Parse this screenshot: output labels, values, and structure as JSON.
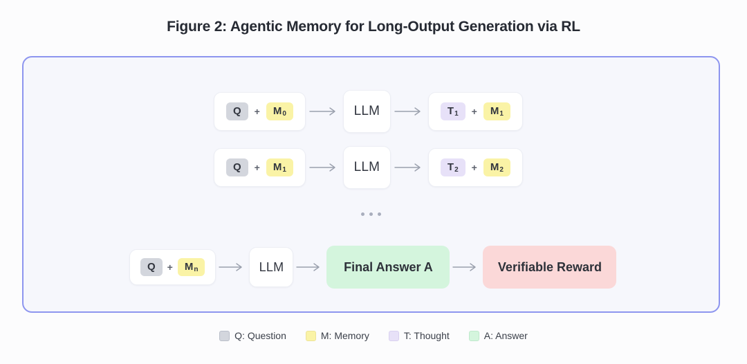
{
  "figure": {
    "title": "Figure 2: Agentic Memory for Long-Output Generation via RL"
  },
  "colors": {
    "frame_border": "#8d95ef",
    "frame_background": "#f6f7fc",
    "page_background": "#fcfcfd",
    "question_chip": "#d3d6dd",
    "memory_chip": "#faf3a6",
    "thought_chip": "#e7e1f8",
    "answer_box": "#d4f5dd",
    "reward_box": "#fbd8d8",
    "arrow": "#9aa0ad"
  },
  "rows": [
    {
      "id": "step-1",
      "input": {
        "question": {
          "label": "Q",
          "sub": ""
        },
        "operator": "+",
        "memory": {
          "label": "M",
          "sub": "0"
        }
      },
      "model": "LLM",
      "output": {
        "thought": {
          "label": "T",
          "sub": "1"
        },
        "operator": "+",
        "memory": {
          "label": "M",
          "sub": "1"
        }
      },
      "arrow_1": "arrow-right-icon",
      "arrow_2": "arrow-right-icon"
    },
    {
      "id": "step-2",
      "input": {
        "question": {
          "label": "Q",
          "sub": ""
        },
        "operator": "+",
        "memory": {
          "label": "M",
          "sub": "1"
        }
      },
      "model": "LLM",
      "output": {
        "thought": {
          "label": "T",
          "sub": "2"
        },
        "operator": "+",
        "memory": {
          "label": "M",
          "sub": "2"
        }
      },
      "arrow_1": "arrow-right-icon",
      "arrow_2": "arrow-right-icon"
    }
  ],
  "ellipsis": "...",
  "final_row": {
    "id": "step-n",
    "input": {
      "question": {
        "label": "Q",
        "sub": ""
      },
      "operator": "+",
      "memory": {
        "label": "M",
        "sub": "n"
      }
    },
    "model": "LLM",
    "answer": "Final Answer A",
    "reward": "Verifiable Reward"
  },
  "legend": [
    {
      "swatch": "question",
      "label": "Q: Question"
    },
    {
      "swatch": "memory",
      "label": "M: Memory"
    },
    {
      "swatch": "thought",
      "label": "T: Thought"
    },
    {
      "swatch": "answer",
      "label": "A: Answer"
    }
  ]
}
